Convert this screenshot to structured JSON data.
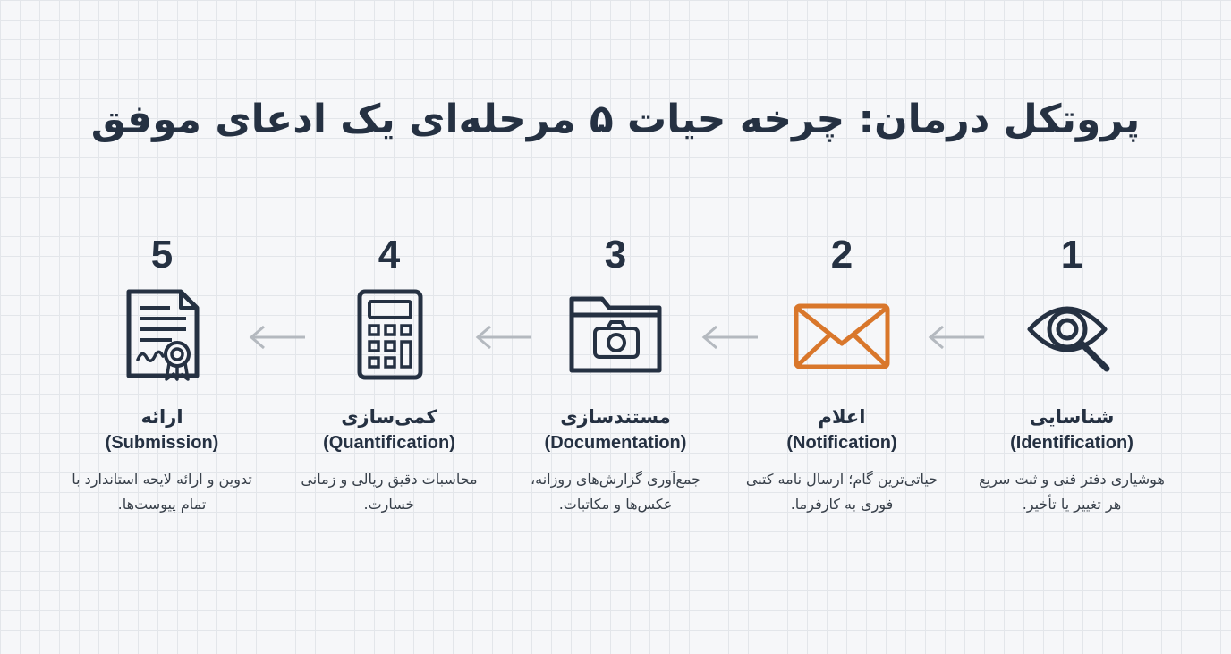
{
  "title": "پروتکل درمان: چرخه حیات ۵ مرحله‌ای یک ادعای موفق",
  "colors": {
    "text": "#253142",
    "accent": "#d9772b",
    "arrow": "#b4b9bf"
  },
  "steps": [
    {
      "number": "1",
      "name": "شناسایی",
      "name_en": "(Identification)",
      "description": "هوشیاری دفتر فنی و ثبت سریع هر تغییر یا تأخیر.",
      "icon": "eye-search-icon"
    },
    {
      "number": "2",
      "name": "اعلام",
      "name_en": "(Notification)",
      "description": "حیاتی‌ترین گام؛ ارسال نامه کتبی فوری به کارفرما.",
      "icon": "envelope-icon"
    },
    {
      "number": "3",
      "name": "مستندسازی",
      "name_en": "(Documentation)",
      "description": "جمع‌آوری گزارش‌های روزانه، عکس‌ها و مکاتبات.",
      "icon": "folder-camera-icon"
    },
    {
      "number": "4",
      "name": "کمی‌سازی",
      "name_en": "(Quantification)",
      "description": "محاسبات دقیق ریالی و زمانی خسارت.",
      "icon": "calculator-icon"
    },
    {
      "number": "5",
      "name": "ارائه",
      "name_en": "(Submission)",
      "description": "تدوین و ارائه لایحه استاندارد با تمام پیوست‌ها.",
      "icon": "certificate-document-icon"
    }
  ]
}
